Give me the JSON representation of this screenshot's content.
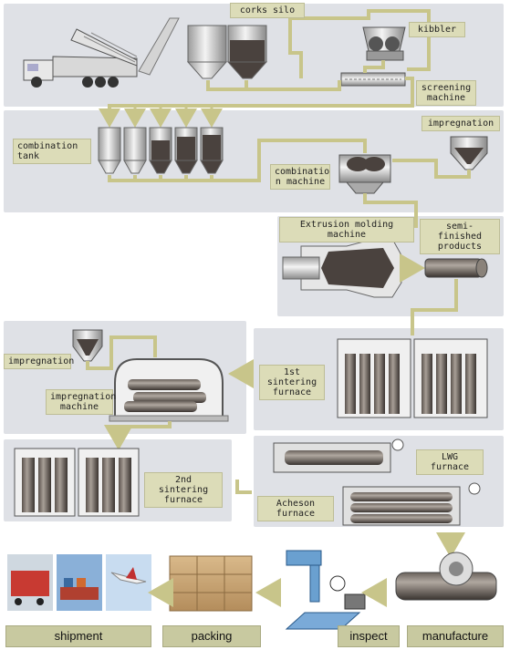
{
  "labels": {
    "corks_silo": "corks silo",
    "kibbler": "kibbler",
    "screening_machine": "screening\nmachine",
    "combination_tank": "combination\ntank",
    "impregnation_top": "impregnation",
    "combination_machine": "combinatio\nn machine",
    "extrusion_molding": "Extrusion molding machine",
    "semi_finished": "semi-finished\nproducts",
    "impregnation_left": "impregnation",
    "impregnation_machine": "impregnation\nmachine",
    "first_sintering": "1st sintering\nfurnace",
    "lwg_furnace": "LWG furnace",
    "second_sintering": "2nd sintering\nfurnace",
    "acheson_furnace": "Acheson furnace"
  },
  "bottom": {
    "shipment": "shipment",
    "packing": "packing",
    "inspect": "inspect",
    "manufacture": "manufacture"
  },
  "colors": {
    "band": "#dfe1e6",
    "label_bg": "#dcdcb8",
    "pipe": "#c8c58a",
    "dark_material": "#4a423e"
  }
}
